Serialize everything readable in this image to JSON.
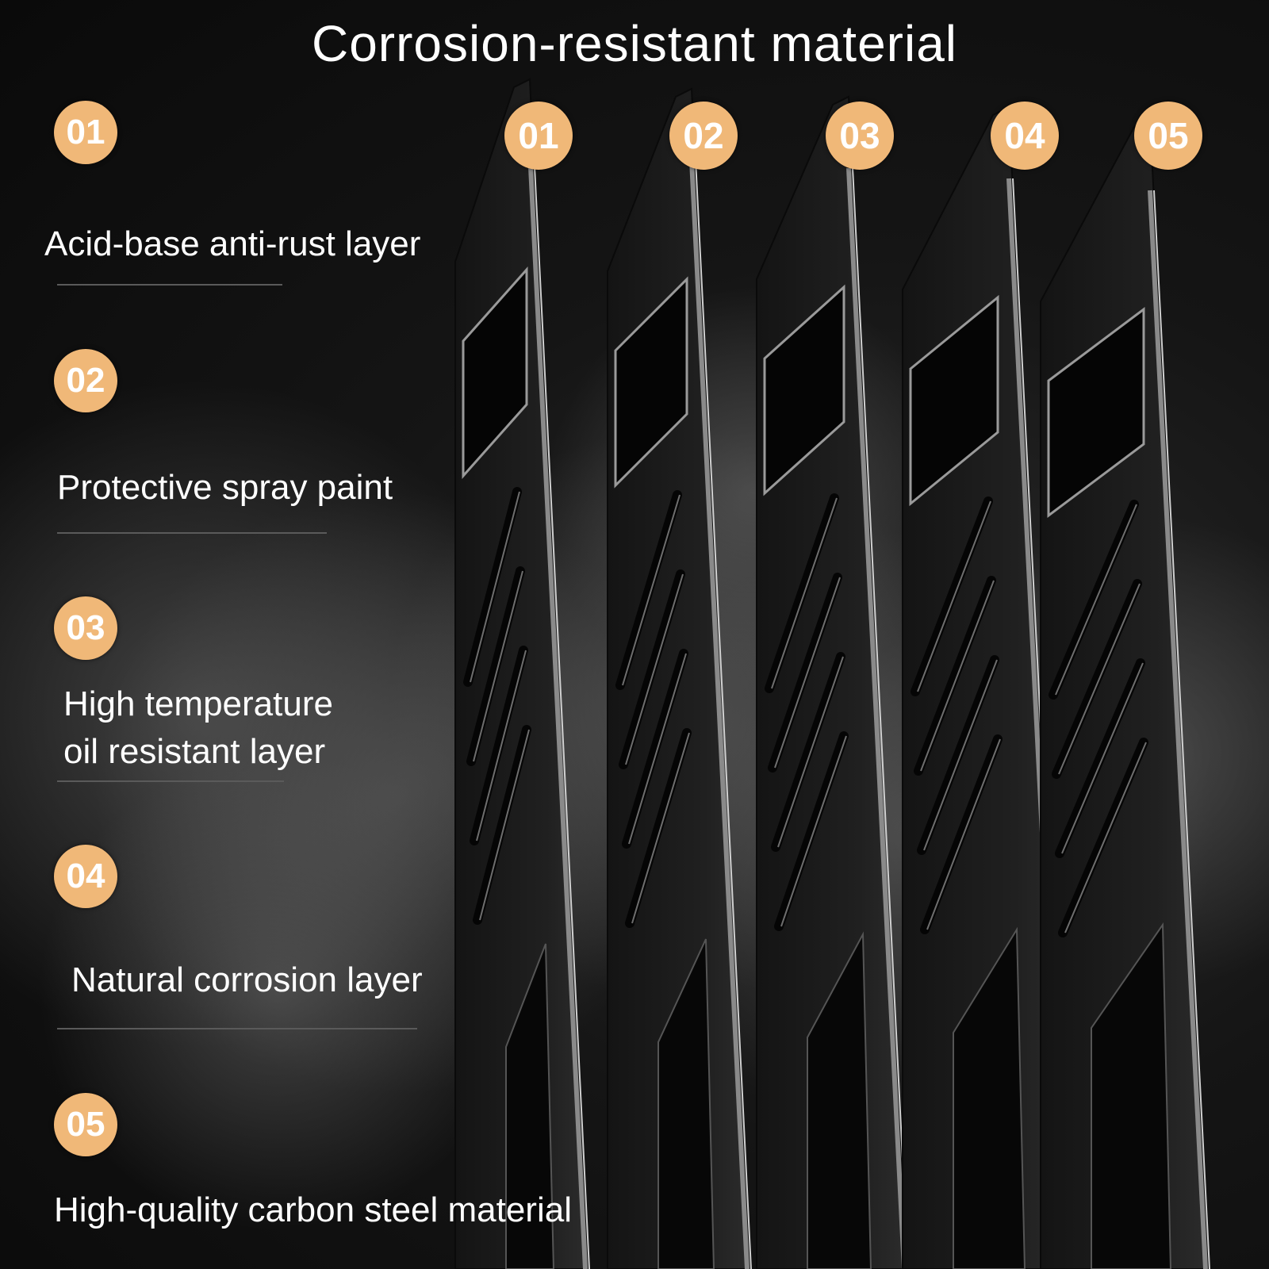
{
  "title": "Corrosion-resistant material",
  "colors": {
    "accent": "#f0b878",
    "background": "#0b0b0b",
    "plate": "#1c1c1c",
    "plate_edge": "#8a8a8a"
  },
  "layers": [
    {
      "number": "01",
      "label": "Acid-base anti-rust layer"
    },
    {
      "number": "02",
      "label": "Protective spray paint"
    },
    {
      "number": "03",
      "label": "High temperature\noil resistant layer"
    },
    {
      "number": "04",
      "label": "Natural corrosion layer"
    },
    {
      "number": "05",
      "label": "High-quality carbon steel material"
    }
  ],
  "plates": [
    {
      "number": "01"
    },
    {
      "number": "02"
    },
    {
      "number": "03"
    },
    {
      "number": "04"
    },
    {
      "number": "05"
    }
  ]
}
